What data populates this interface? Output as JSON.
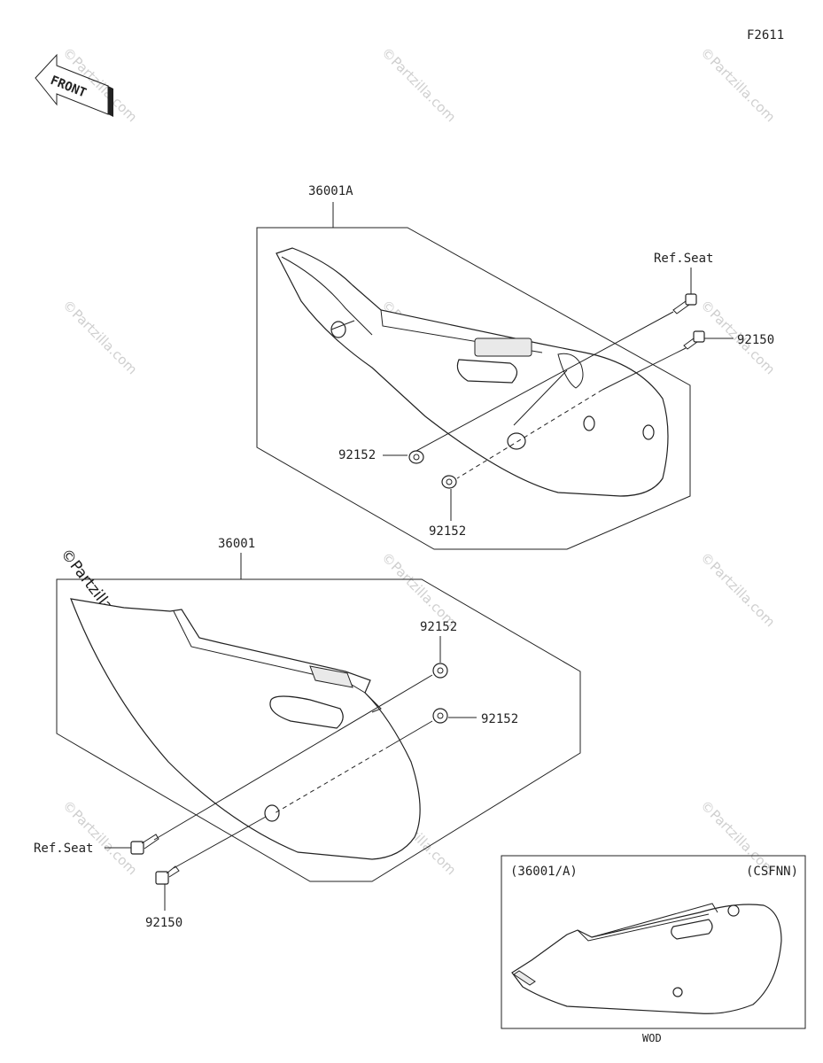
{
  "figure_code": "F2611",
  "front_label": "FRONT",
  "watermark": "©Partzilla.com",
  "upper_assembly": {
    "part_number": "36001A",
    "ref_seat": "Ref.Seat",
    "bolt": "92150",
    "washer_left": "92152",
    "washer_bottom": "92152"
  },
  "lower_assembly": {
    "part_number": "36001",
    "washer_top": "92152",
    "washer_right": "92152",
    "ref_seat": "Ref.Seat",
    "bolt": "92150"
  },
  "inset": {
    "left_label": "(36001/A)",
    "right_label": "(CSFNN)",
    "caption": "WOD"
  }
}
